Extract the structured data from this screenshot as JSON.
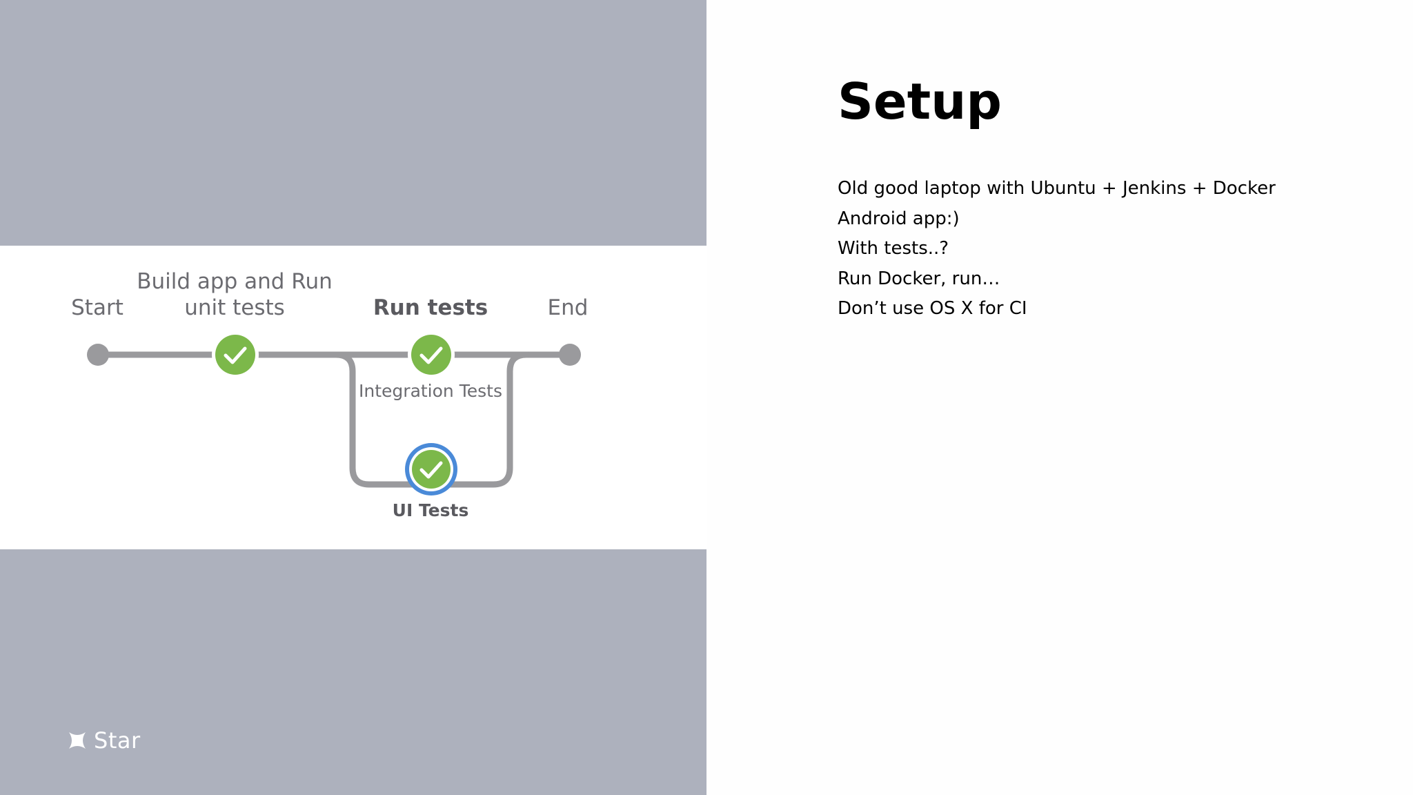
{
  "slide": {
    "title": "Setup",
    "bullets": [
      "Old good laptop with Ubuntu + Jenkins + Docker",
      "Android app:)",
      "With tests..?",
      "Run Docker, run…",
      "Don’t use OS X for CI"
    ]
  },
  "pipeline": {
    "start_label": "Start",
    "build_label_line1": "Build app and Run",
    "build_label_line2": "unit tests",
    "run_tests_label": "Run tests",
    "end_label": "End",
    "integration_label": "Integration Tests",
    "ui_tests_label": "UI Tests",
    "stages": [
      {
        "name": "Build app and Run unit tests",
        "status": "success"
      },
      {
        "name": "Integration Tests",
        "status": "success"
      },
      {
        "name": "UI Tests",
        "status": "success",
        "selected": true
      }
    ]
  },
  "logo": {
    "icon": "star-logo-icon",
    "text": "Star"
  },
  "colors": {
    "panel_bg": "#adb1bd",
    "success_green": "#7cb84a",
    "selected_ring": "#4a8ad8",
    "connector_gray": "#9a9a9d"
  }
}
